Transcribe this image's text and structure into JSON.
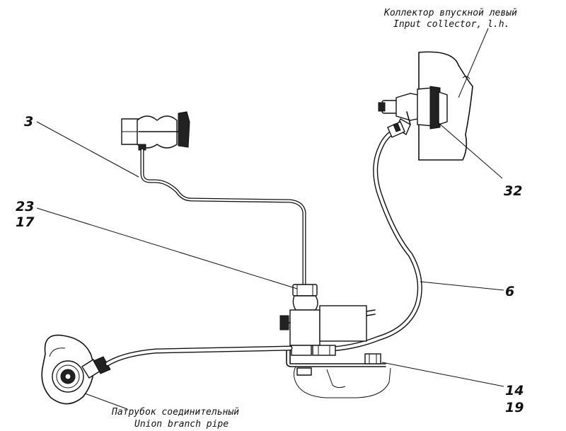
{
  "labels": {
    "collector_ru": "Коллектор впускной левый",
    "collector_en": "Input collector, l.h.",
    "union_ru": "Патрубок соединительный",
    "union_en": "Union branch pipe"
  },
  "callouts": {
    "c3": "3",
    "c23": "23",
    "c17": "17",
    "c32": "32",
    "c6": "6",
    "c14": "14",
    "c19": "19"
  }
}
